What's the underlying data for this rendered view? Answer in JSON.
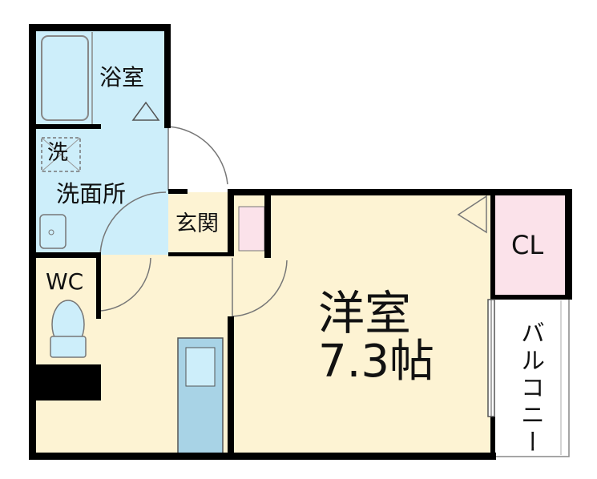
{
  "rooms": {
    "bath": "浴室",
    "washer_mark": "洗",
    "washroom": "洗面所",
    "entrance": "玄関",
    "toilet": "WC",
    "western_room": "洋室",
    "western_room_size": "7.3帖",
    "closet": "CL",
    "balcony": "バルコニー"
  },
  "colors": {
    "wall": "#000000",
    "wet_area": "#cdeefa",
    "living": "#fdf3d3",
    "closet": "#fbe2ea",
    "fixture": "#a8d3e6"
  }
}
